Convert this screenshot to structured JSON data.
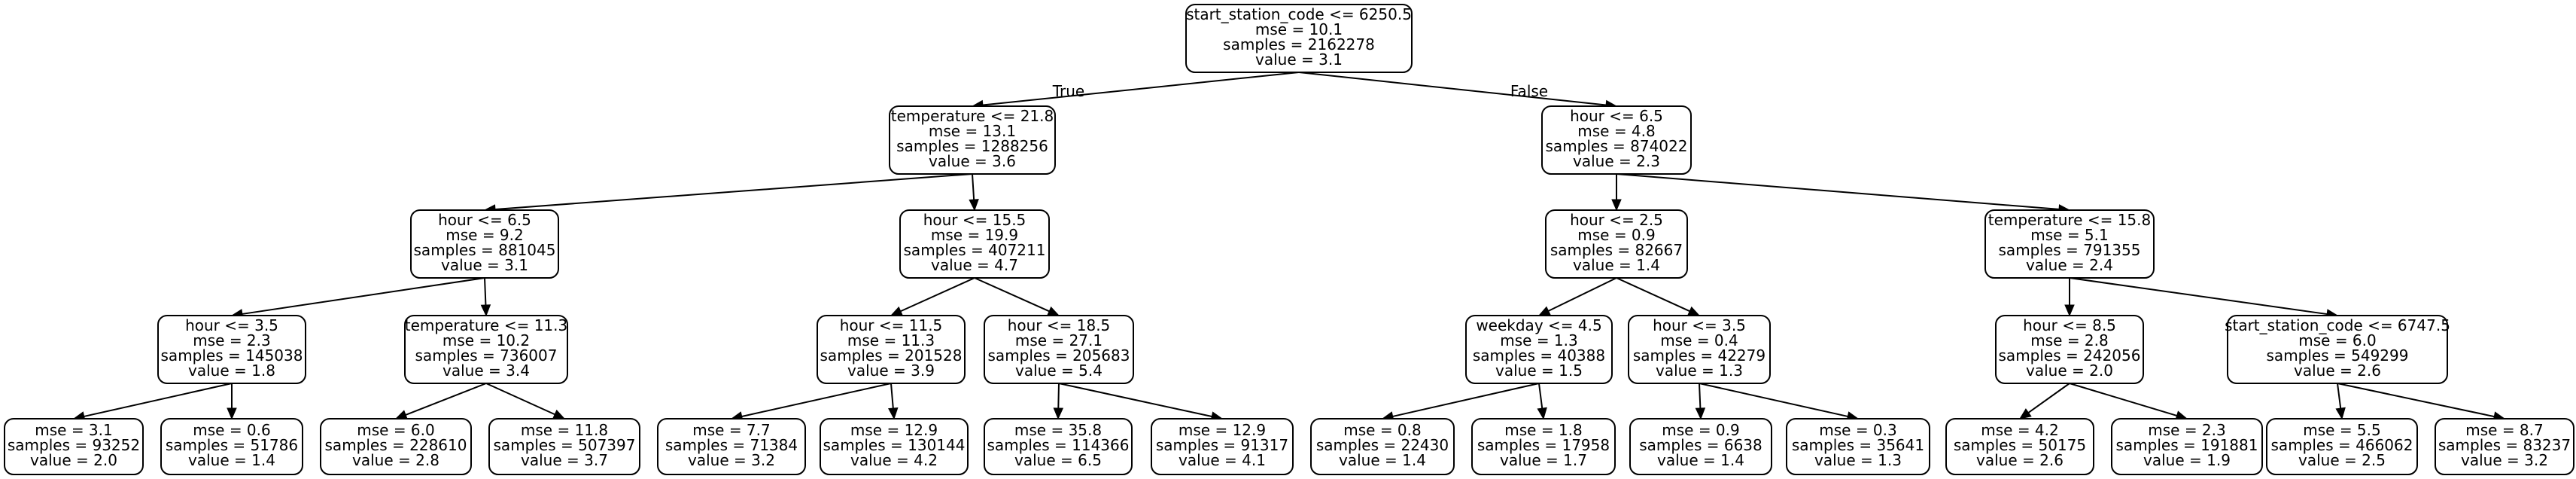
{
  "tree": {
    "nodes": [
      {
        "id": "n0",
        "lines": [
          "start_station_code <= 6250.5",
          "mse = 10.1",
          "samples = 2162278",
          "value = 3.1"
        ]
      },
      {
        "id": "n1",
        "lines": [
          "temperature <= 21.8",
          "mse = 13.1",
          "samples = 1288256",
          "value = 3.6"
        ]
      },
      {
        "id": "n2",
        "lines": [
          "hour <= 6.5",
          "mse = 4.8",
          "samples = 874022",
          "value = 2.3"
        ]
      },
      {
        "id": "n3",
        "lines": [
          "hour <= 6.5",
          "mse = 9.2",
          "samples = 881045",
          "value = 3.1"
        ]
      },
      {
        "id": "n4",
        "lines": [
          "hour <= 15.5",
          "mse = 19.9",
          "samples = 407211",
          "value = 4.7"
        ]
      },
      {
        "id": "n5",
        "lines": [
          "hour <= 2.5",
          "mse = 0.9",
          "samples = 82667",
          "value = 1.4"
        ]
      },
      {
        "id": "n6",
        "lines": [
          "temperature <= 15.8",
          "mse = 5.1",
          "samples = 791355",
          "value = 2.4"
        ]
      },
      {
        "id": "n7",
        "lines": [
          "hour <= 3.5",
          "mse = 2.3",
          "samples = 145038",
          "value = 1.8"
        ]
      },
      {
        "id": "n8",
        "lines": [
          "temperature <= 11.3",
          "mse = 10.2",
          "samples = 736007",
          "value = 3.4"
        ]
      },
      {
        "id": "n9",
        "lines": [
          "hour <= 11.5",
          "mse = 11.3",
          "samples = 201528",
          "value = 3.9"
        ]
      },
      {
        "id": "n10",
        "lines": [
          "hour <= 18.5",
          "mse = 27.1",
          "samples = 205683",
          "value = 5.4"
        ]
      },
      {
        "id": "n11",
        "lines": [
          "weekday <= 4.5",
          "mse = 1.3",
          "samples = 40388",
          "value = 1.5"
        ]
      },
      {
        "id": "n12",
        "lines": [
          "hour <= 3.5",
          "mse = 0.4",
          "samples = 42279",
          "value = 1.3"
        ]
      },
      {
        "id": "n13",
        "lines": [
          "hour <= 8.5",
          "mse = 2.8",
          "samples = 242056",
          "value = 2.0"
        ]
      },
      {
        "id": "n14",
        "lines": [
          "start_station_code <= 6747.5",
          "mse = 6.0",
          "samples = 549299",
          "value = 2.6"
        ]
      },
      {
        "id": "n15",
        "lines": [
          "mse = 3.1",
          "samples = 93252",
          "value = 2.0"
        ]
      },
      {
        "id": "n16",
        "lines": [
          "mse = 0.6",
          "samples = 51786",
          "value = 1.4"
        ]
      },
      {
        "id": "n17",
        "lines": [
          "mse = 6.0",
          "samples = 228610",
          "value = 2.8"
        ]
      },
      {
        "id": "n18",
        "lines": [
          "mse = 11.8",
          "samples = 507397",
          "value = 3.7"
        ]
      },
      {
        "id": "n19",
        "lines": [
          "mse = 7.7",
          "samples = 71384",
          "value = 3.2"
        ]
      },
      {
        "id": "n20",
        "lines": [
          "mse = 12.9",
          "samples = 130144",
          "value = 4.2"
        ]
      },
      {
        "id": "n21",
        "lines": [
          "mse = 35.8",
          "samples = 114366",
          "value = 6.5"
        ]
      },
      {
        "id": "n22",
        "lines": [
          "mse = 12.9",
          "samples = 91317",
          "value = 4.1"
        ]
      },
      {
        "id": "n23",
        "lines": [
          "mse = 0.8",
          "samples = 22430",
          "value = 1.4"
        ]
      },
      {
        "id": "n24",
        "lines": [
          "mse = 1.8",
          "samples = 17958",
          "value = 1.7"
        ]
      },
      {
        "id": "n25",
        "lines": [
          "mse = 0.9",
          "samples = 6638",
          "value = 1.4"
        ]
      },
      {
        "id": "n26",
        "lines": [
          "mse = 0.3",
          "samples = 35641",
          "value = 1.3"
        ]
      },
      {
        "id": "n27",
        "lines": [
          "mse = 4.2",
          "samples = 50175",
          "value = 2.6"
        ]
      },
      {
        "id": "n28",
        "lines": [
          "mse = 2.3",
          "samples = 191881",
          "value = 1.9"
        ]
      },
      {
        "id": "n29",
        "lines": [
          "mse = 5.5",
          "samples = 466062",
          "value = 2.5"
        ]
      },
      {
        "id": "n30",
        "lines": [
          "mse = 8.7",
          "samples = 83237",
          "value = 3.2"
        ]
      }
    ],
    "edges": [
      {
        "from": "n0",
        "to": "n1",
        "label": "True"
      },
      {
        "from": "n0",
        "to": "n2",
        "label": "False"
      },
      {
        "from": "n1",
        "to": "n3"
      },
      {
        "from": "n1",
        "to": "n4"
      },
      {
        "from": "n2",
        "to": "n5"
      },
      {
        "from": "n2",
        "to": "n6"
      },
      {
        "from": "n3",
        "to": "n7"
      },
      {
        "from": "n3",
        "to": "n8"
      },
      {
        "from": "n4",
        "to": "n9"
      },
      {
        "from": "n4",
        "to": "n10"
      },
      {
        "from": "n5",
        "to": "n11"
      },
      {
        "from": "n5",
        "to": "n12"
      },
      {
        "from": "n6",
        "to": "n13"
      },
      {
        "from": "n6",
        "to": "n14"
      },
      {
        "from": "n7",
        "to": "n15"
      },
      {
        "from": "n7",
        "to": "n16"
      },
      {
        "from": "n8",
        "to": "n17"
      },
      {
        "from": "n8",
        "to": "n18"
      },
      {
        "from": "n9",
        "to": "n19"
      },
      {
        "from": "n9",
        "to": "n20"
      },
      {
        "from": "n10",
        "to": "n21"
      },
      {
        "from": "n10",
        "to": "n22"
      },
      {
        "from": "n11",
        "to": "n23"
      },
      {
        "from": "n11",
        "to": "n24"
      },
      {
        "from": "n12",
        "to": "n25"
      },
      {
        "from": "n12",
        "to": "n26"
      },
      {
        "from": "n13",
        "to": "n27"
      },
      {
        "from": "n13",
        "to": "n28"
      },
      {
        "from": "n14",
        "to": "n29"
      },
      {
        "from": "n14",
        "to": "n30"
      }
    ]
  }
}
